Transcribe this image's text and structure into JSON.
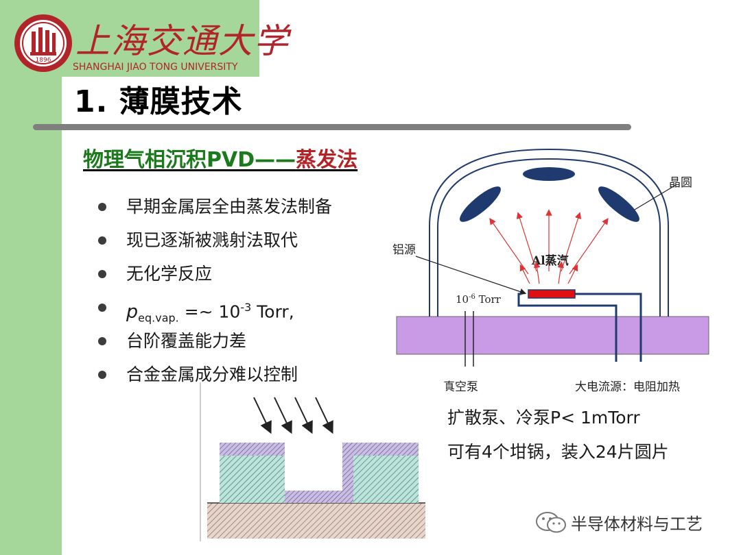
{
  "university": {
    "name_cn": "上海交通大学",
    "name_en": "SHANGHAI JIAO TONG UNIVERSITY",
    "seal_year": "1896"
  },
  "title": "1. 薄膜技术",
  "subtitle": {
    "part1": "物理气相沉积PVD——",
    "part2": "蒸发法"
  },
  "bullets": [
    "早期金属层全由蒸发法制备",
    "现已逐渐被溅射法取代",
    "无化学反应",
    {
      "p": "p",
      "sub": "eq.vap.",
      "mid": " =~ 10",
      "sup": "-3",
      "end": " Torr,"
    },
    "台阶覆盖能力差",
    "合金金属成分难以控制"
  ],
  "diagram": {
    "wafer_label": "晶圆",
    "source_label": "铝源",
    "vapor_label": "Al蒸汽",
    "pressure_base": "10",
    "pressure_exp": "-6",
    "pressure_unit": " Torr",
    "pump_label": "真空泵",
    "power_label": "大电流源：电阻加热"
  },
  "notes": [
    "扩散泵、冷泵P< 1mTorr",
    "可有4个坩锅，装入24片圆片"
  ],
  "watermark": "半导体材料与工艺",
  "colors": {
    "green_band": "#a6d79a",
    "subtitle_green": "#1b7a1b",
    "subtitle_red": "#b52226",
    "chamber_navy": "#1f3a6e",
    "base_purple": "#c99be6",
    "source_red": "#e01010"
  }
}
